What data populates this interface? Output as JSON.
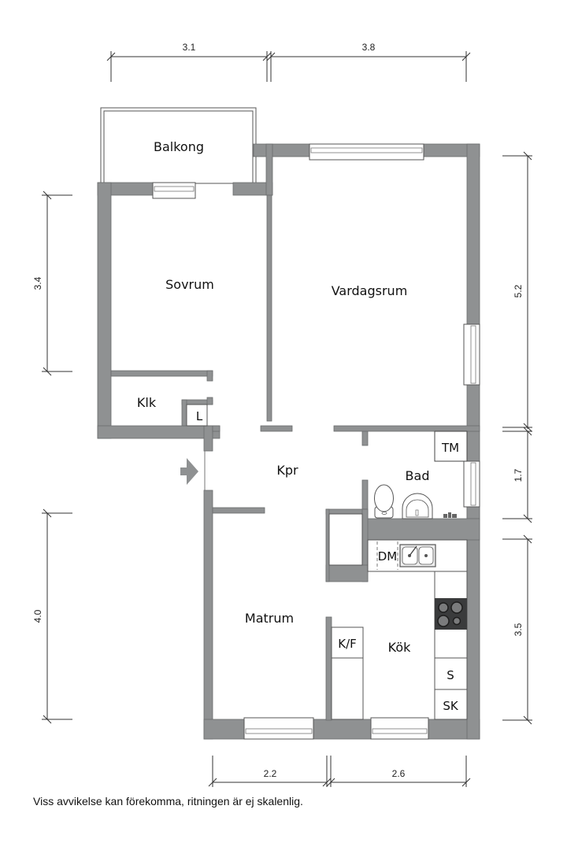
{
  "floorplan": {
    "rooms": {
      "balkong": "Balkong",
      "sovrum": "Sovrum",
      "vardagsrum": "Vardagsrum",
      "klk": "Klk",
      "l": "L",
      "kpr": "Kpr",
      "bad": "Bad",
      "matrum": "Matrum",
      "kok": "Kök"
    },
    "fixtures": {
      "tm": "TM",
      "dm": "DM",
      "kf": "K/F",
      "s": "S",
      "sk": "SK"
    },
    "dimensions": {
      "top_left": "3.1",
      "top_right": "3.8",
      "left_upper": "3.4",
      "left_lower": "4.0",
      "right_upper": "5.2",
      "right_middle": "1.7",
      "right_lower": "3.5",
      "bottom_left": "2.2",
      "bottom_right": "2.6"
    },
    "colors": {
      "wall": "#8f9192",
      "stove": "#3a3b3c"
    }
  },
  "footer": {
    "disclaimer": "Viss avvikelse kan förekomma, ritningen är ej skalenlig."
  }
}
